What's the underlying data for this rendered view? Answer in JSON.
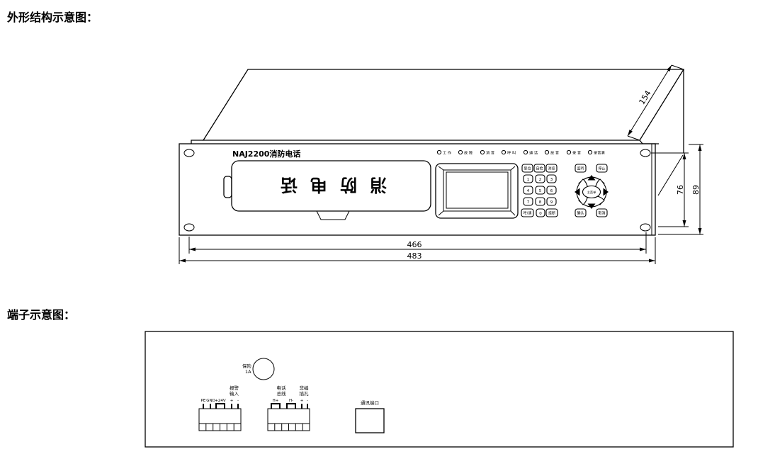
{
  "titles": {
    "outline": "外形结构示意图：",
    "terminals": "端子示意图："
  },
  "device": {
    "model": "NAJ2200消防电话",
    "handset": "消防电话",
    "leds": [
      "工 作",
      "故 障",
      "消 音",
      "呼 叫",
      "通 话",
      "放 音",
      "录 音",
      "录音满"
    ],
    "keypad": {
      "f1": "复位",
      "f2": "自检",
      "f3": "浏览",
      "monitor": "监听",
      "stop": "停止",
      "digits": [
        "1",
        "2",
        "3",
        "4",
        "5",
        "6",
        "7",
        "8",
        "9",
        "0"
      ],
      "call": "呼/通",
      "hangup": "挂断",
      "confirm": "确认",
      "cancel": "取消",
      "menu": "主菜单"
    },
    "dimensions": {
      "top_side": "154",
      "front_right_inner": "76",
      "front_right_outer": "89",
      "bottom_inner": "466",
      "bottom_outer": "483"
    }
  },
  "terminal_panel": {
    "fuse_label": "保险",
    "fuse_rating": "1A",
    "power_block": {
      "pe": "PE",
      "gnd": "GND",
      "v24": "+24V",
      "alarm_l1": "报警",
      "alarm_l2": "输入",
      "plus": "+",
      "minus": "-"
    },
    "phone_block": {
      "title_l1": "电话",
      "title_l2": "总线",
      "hplus": "H+",
      "hminus": "H-",
      "jack_l1": "非编",
      "jack_l2": "插孔",
      "plus": "+",
      "minus": "-"
    },
    "comm_port": "通讯端口"
  }
}
